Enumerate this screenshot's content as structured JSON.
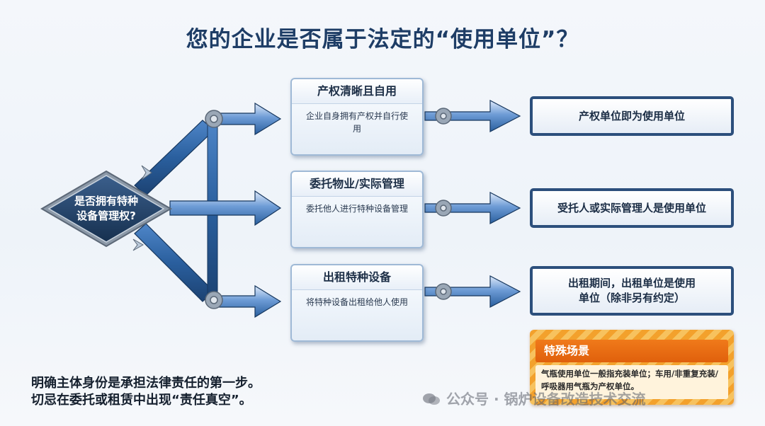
{
  "title": "您的企业是否属于法定的“使用单位”？",
  "decision": {
    "line1": "是否拥有特种",
    "line2": "设备管理权?"
  },
  "branches": [
    {
      "heading": "产权清晰且自用",
      "description": "企业自身拥有产权并自行使用",
      "result": "产权单位即为使用单位"
    },
    {
      "heading": "委托物业/实际管理",
      "description": "委托他人进行特种设备管理",
      "result": "受托人或实际管理人是使用单位"
    },
    {
      "heading": "出租特种设备",
      "description": "将特种设备出租给他人使用",
      "result": "出租期间，出租单位是使用单位（除非另有约定）"
    }
  ],
  "special": {
    "heading": "特殊场景",
    "text": "气瓶使用单位一般指充装单位；车用/非重复充装/呼吸器用气瓶为产权单位。"
  },
  "footer": {
    "line1": "明确主体身份是承担法律责任的第一步。",
    "line2": "切忌在委托或租赁中出现“责任真空”。"
  },
  "watermark": {
    "text": "公众号 · 锅炉设备改造技术交流"
  },
  "colors": {
    "navy": "#1e3d66",
    "accent_blue": "#2f6bb0",
    "orange": "#f07a1a"
  }
}
